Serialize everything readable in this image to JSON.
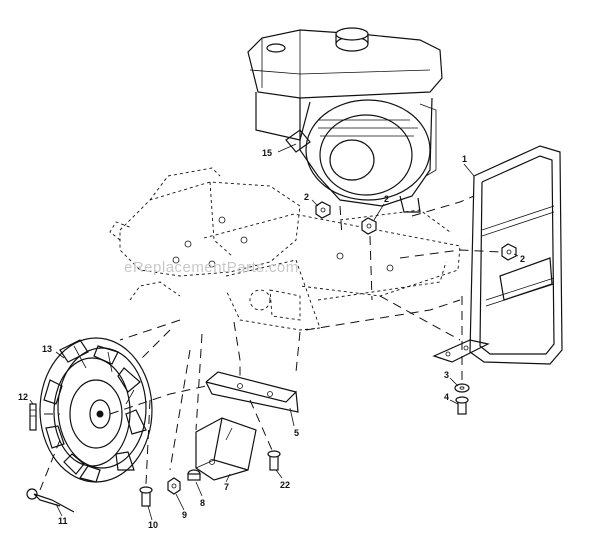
{
  "watermark": "eReplacementParts.com",
  "callouts": {
    "engine": "15",
    "bumper": "1",
    "nut_left": "2",
    "nut_center": "2",
    "nut_right": "2",
    "washer": "3",
    "bolt_bumper": "4",
    "bracket": "5",
    "tire": "13",
    "valve": "12",
    "weight": "7",
    "spacer": "8",
    "nut_small": "9",
    "bolt_small": "10",
    "pin": "11",
    "bolt_22": "22"
  }
}
